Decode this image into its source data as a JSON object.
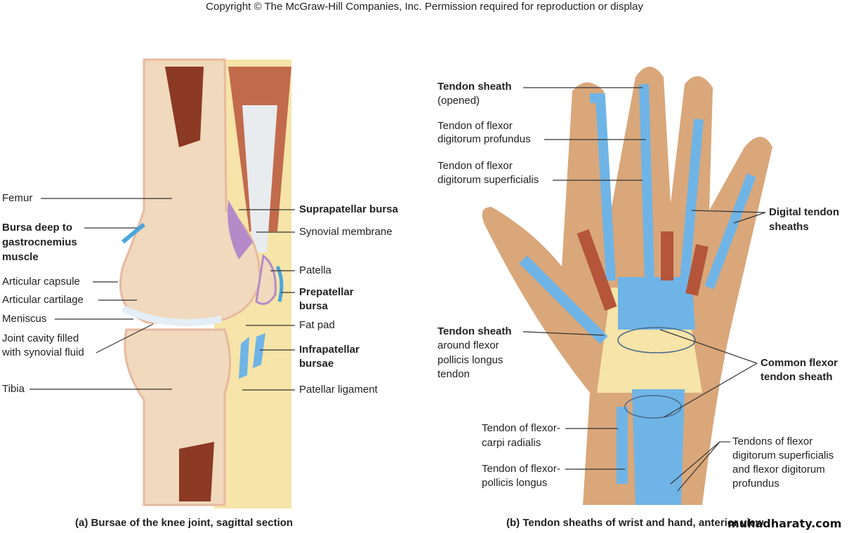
{
  "copyright": "Copyright © The McGraw-Hill Companies, Inc. Permission required for reproduction or display",
  "knee": {
    "caption": "(a) Bursae of the knee joint, sagittal section",
    "left_labels": {
      "femur": "Femur",
      "bursa_gastro": [
        "Bursa deep to",
        "gastrocnemius",
        "muscle"
      ],
      "articular_capsule": "Articular capsule",
      "articular_cartilage": "Articular cartilage",
      "meniscus": "Meniscus",
      "joint_cavity": [
        "Joint cavity filled",
        "with synovial fluid"
      ],
      "tibia": "Tibia"
    },
    "right_labels": {
      "suprapatellar": "Suprapatellar bursa",
      "synovial_membrane": "Synovial membrane",
      "patella": "Patella",
      "prepatellar": [
        "Prepatellar",
        "bursa"
      ],
      "fat_pad": "Fat pad",
      "infrapatellar": [
        "Infrapatellar",
        "bursae"
      ],
      "patellar_ligament": "Patellar ligament"
    }
  },
  "hand": {
    "caption": "(b) Tendon sheaths of wrist and hand, anterior view",
    "labels": {
      "tendon_sheath_opened": [
        "Tendon sheath",
        "(opened)"
      ],
      "fdp": [
        "Tendon of flexor",
        "digitorum profundus"
      ],
      "fds": [
        "Tendon of flexor",
        "digitorum superficialis"
      ],
      "digital_sheaths": [
        "Digital tendon",
        "sheaths"
      ],
      "fpl_sheath": [
        "Tendon sheath",
        "around flexor",
        "pollicis longus",
        "tendon"
      ],
      "common_sheath": [
        "Common flexor",
        "tendon sheath"
      ],
      "fcr": [
        "Tendon of flexor-",
        "carpi radialis"
      ],
      "fpl": [
        "Tendon of flexor-",
        "pollicis longus"
      ],
      "tendons_fds_fdp": [
        "Tendons of flexor",
        "digitorum superficialis",
        "and flexor digitorum",
        "profundus"
      ]
    }
  },
  "watermark": "muhadharaty.com",
  "colors": {
    "bone": "#f1dcc0",
    "skin": "#d9a77a",
    "tendon": "#6fb4e6",
    "muscle": "#b5553a",
    "synovial": "#b48ac8"
  }
}
